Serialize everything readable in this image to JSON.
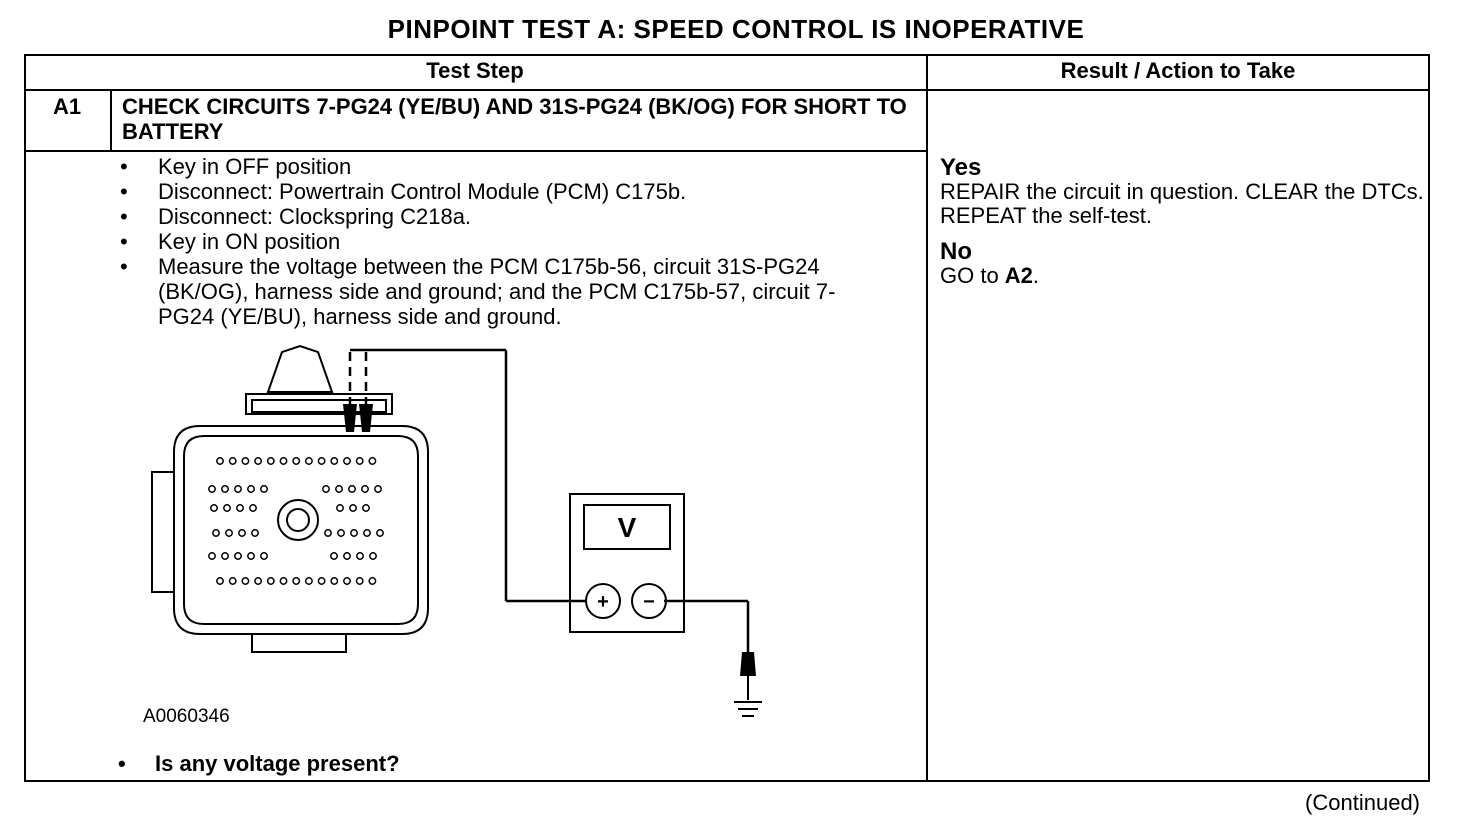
{
  "title": "PINPOINT TEST  A: SPEED CONTROL IS INOPERATIVE",
  "table": {
    "headers": [
      "Test Step",
      "Result / Action to Take"
    ],
    "step": {
      "id": "A1",
      "title": "CHECK CIRCUITS 7-PG24 (YE/BU) AND 31S-PG24 (BK/OG) FOR SHORT TO BATTERY",
      "bullets": [
        "Key in OFF position",
        "Disconnect: Powertrain Control Module (PCM) C175b.",
        "Disconnect: Clockspring C218a.",
        "Key in ON position",
        "Measure the voltage between the PCM C175b-56, circuit 31S-PG24 (BK/OG), harness side and ground; and the PCM C175b-57, circuit 7-PG24 (YE/BU), harness side and ground."
      ],
      "figure_id": "A0060346",
      "question": "Is any voltage present?"
    },
    "result": {
      "yes_heading": "Yes",
      "yes_text": "REPAIR the circuit in question. CLEAR the DTCs. REPEAT the self-test.",
      "no_heading": "No",
      "no_text_prefix": "GO to ",
      "no_text_link": "A2",
      "no_text_suffix": "."
    }
  },
  "meter": {
    "display": "V",
    "plus": "+",
    "minus": "−"
  },
  "continued": "(Continued)"
}
